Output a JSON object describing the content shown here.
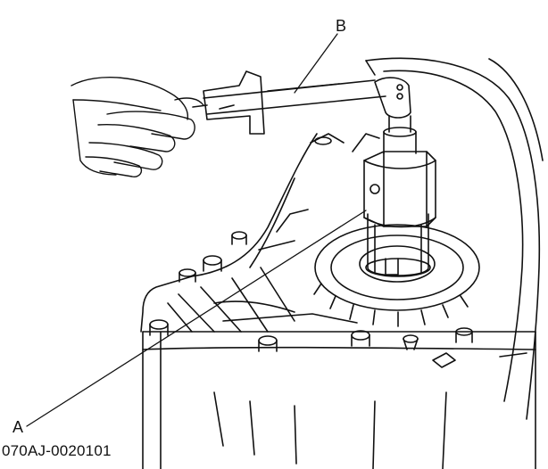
{
  "diagram": {
    "callouts": {
      "a": "A",
      "b": "B"
    },
    "figure_code": "070AJ-0020101",
    "colors": {
      "line": "#111111",
      "background": "#ffffff"
    }
  }
}
